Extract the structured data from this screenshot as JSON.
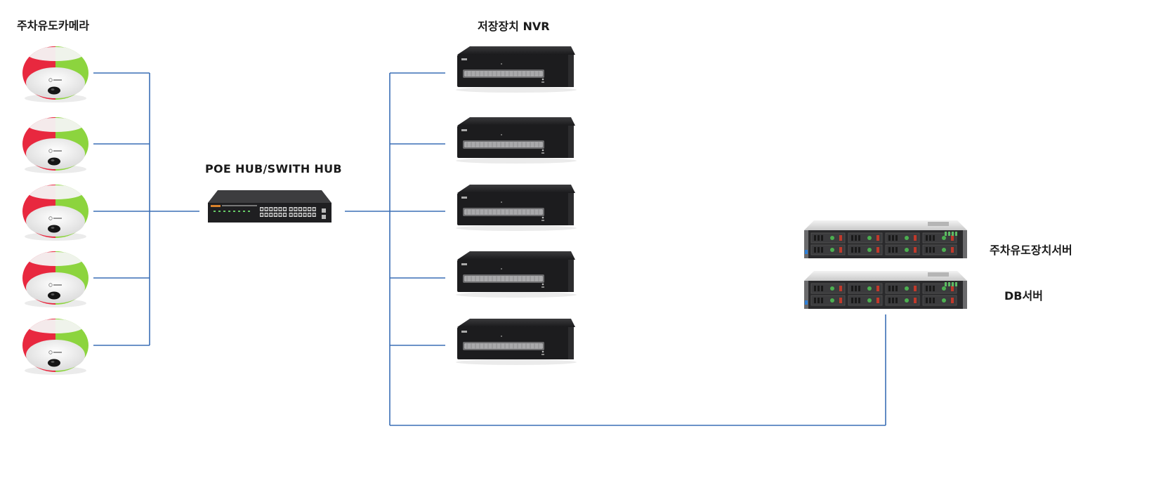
{
  "labels": {
    "cameras": "주차유도카메라",
    "nvr": "저장장치 NVR",
    "hub": "POE HUB/SWITH HUB",
    "parking_server": "주차유도장치서버",
    "db_server": "DB서버"
  },
  "counts": {
    "cameras": 5,
    "nvrs": 5,
    "servers": 2
  },
  "colors": {
    "line": "#3a6eb5",
    "camera_red": "#e8283f",
    "camera_green": "#8cd43e",
    "device_body": "#1c1c1e",
    "server_body": "#2a2a2c"
  },
  "icons": {
    "camera": "fisheye-camera-icon",
    "hub": "switch-hub-icon",
    "nvr": "nvr-recorder-icon",
    "server": "rack-server-icon"
  }
}
